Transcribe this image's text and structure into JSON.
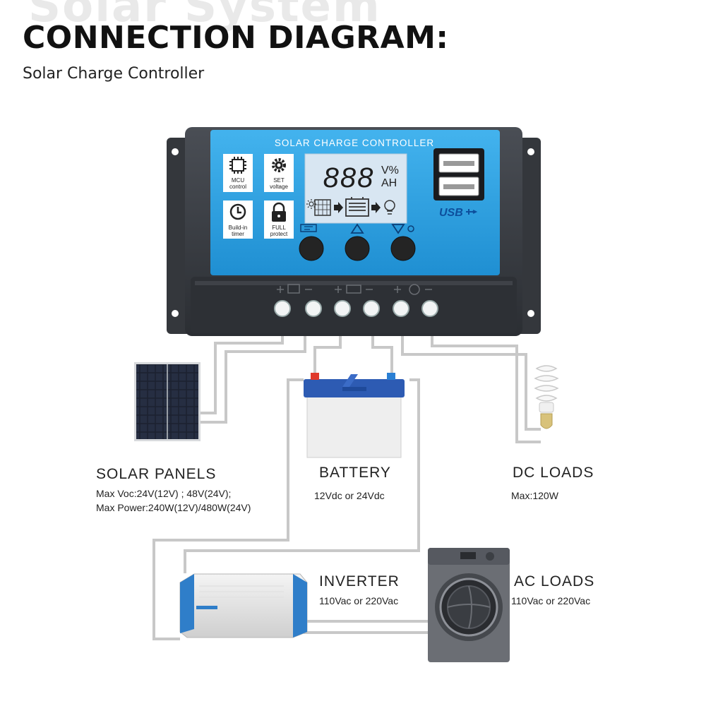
{
  "watermark": "Solar System",
  "header": {
    "title": "CONNECTION DIAGRAM:",
    "subtitle": "Solar Charge Controller"
  },
  "controller": {
    "title": "SOLAR CHARGE CONTROLLER",
    "display_digits": "888",
    "display_units_top": "V%",
    "display_units_bottom": "AH",
    "usb_label": "USB",
    "features": [
      {
        "icon": "chip-icon",
        "label_line1": "MCU",
        "label_line2": "control"
      },
      {
        "icon": "gear-icon",
        "label_line1": "SET",
        "label_line2": "voltage"
      },
      {
        "icon": "clock-icon",
        "label_line1": "Build-in",
        "label_line2": "timer"
      },
      {
        "icon": "lock-icon",
        "label_line1": "FULL",
        "label_line2": "protect"
      }
    ]
  },
  "solar_panels": {
    "title": "SOLAR  PANELS",
    "spec_line1": "Max  Voc:24V(12V) ; 48V(24V);",
    "spec_line2": "Max  Power:240W(12V)/480W(24V)"
  },
  "battery": {
    "title": "BATTERY",
    "spec": "12Vdc  or  24Vdc"
  },
  "dc_loads": {
    "title": "DC  LOADS",
    "spec": "Max:120W"
  },
  "inverter": {
    "title": "INVERTER",
    "spec": "110Vac  or  220Vac"
  },
  "ac_loads": {
    "title": "AC  LOADS",
    "spec": "110Vac  or  220Vac"
  },
  "colors": {
    "controller_body": "#3a3d42",
    "panel_blue": "#29a3e3",
    "lcd": "#d8e6f2",
    "wire": "#c8c8c8"
  }
}
